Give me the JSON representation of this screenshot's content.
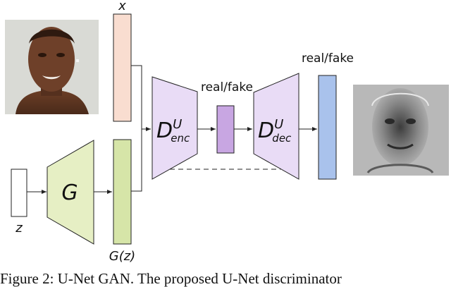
{
  "labels": {
    "x": "x",
    "z": "z",
    "gz": "G(z)",
    "generator": "G",
    "d_letter": "D",
    "d_sup": "U",
    "enc_sub": "enc",
    "dec_sub": "dec",
    "realfake_enc": "real/fake",
    "realfake_dec": "real/fake"
  },
  "caption": "Figure 2: U-Net GAN. The proposed U-Net discriminator",
  "colors": {
    "x_bar": "#f9ddd0",
    "gz_bar": "#d6e5a8",
    "generator": "#e6efc4",
    "encoder": "#e9dcf6",
    "bottleneck": "#c8a6e2",
    "decoder": "#e9dcf6",
    "out_bar": "#a9c2ec",
    "z_bar": "#ffffff"
  }
}
